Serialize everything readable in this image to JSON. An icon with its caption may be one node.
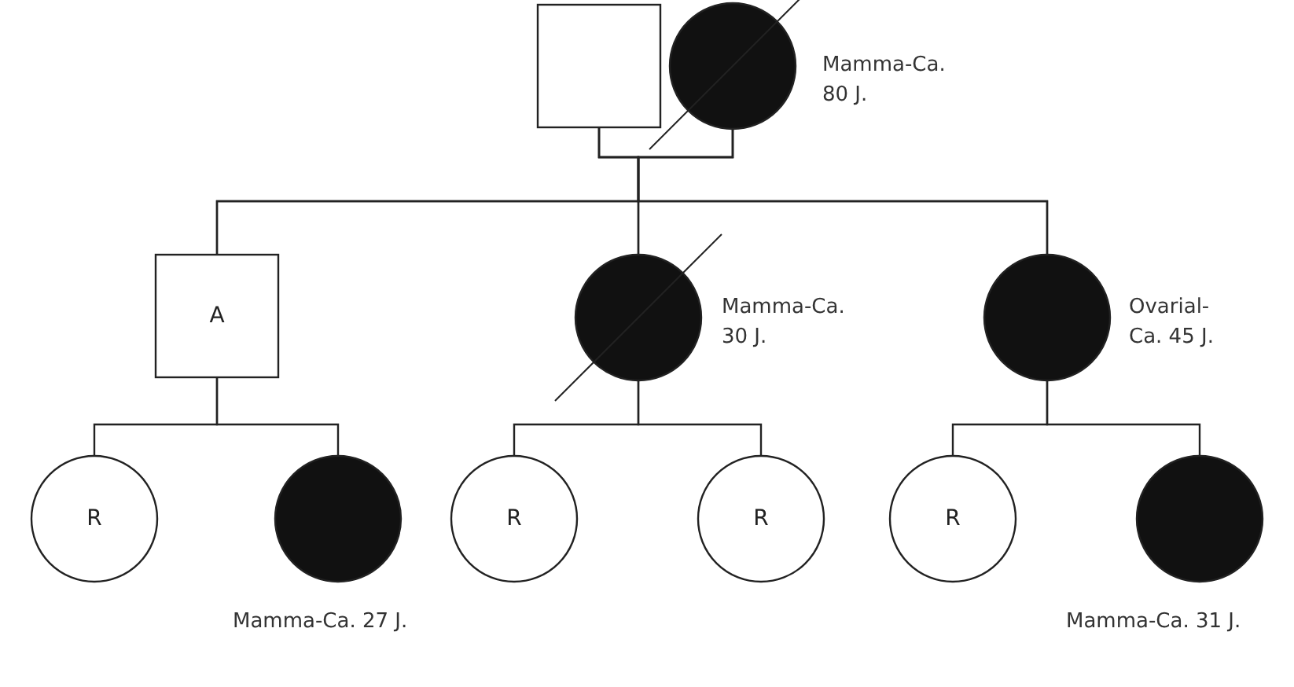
{
  "diagram": {
    "nodes": [
      {
        "text": [],
        "shape": "box"
      },
      {
        "text": [],
        "shape": "circle",
        "beside": [
          "Mamma-Ca. 80 J."
        ]
      },
      {
        "text": [
          "A"
        ]
      },
      {
        "text": [],
        "shape": "circle",
        "beside": [
          "Mamma-Ca. 30 J."
        ]
      },
      {
        "text": [],
        "shape": "circle",
        "beside": [
          "Ovarial-Ca. 45 J."
        ]
      },
      {
        "text": [
          "R"
        ]
      },
      {
        "text": [],
        "shape": "circle",
        "beside": [
          "Mamma-Ca. 27 J."
        ]
      },
      {
        "text": [
          "R"
        ]
      },
      {
        "text": [
          "R"
        ]
      },
      {
        "text": [
          "R"
        ]
      },
      {
        "text": [],
        "shape": "circle",
        "beside": [
          "Mamma-Ca. 31 J."
        ]
      }
    ],
    "edges": [
      {
        "from": 0,
        "to": 2,
        "arrow": "none"
      },
      {
        "from": 0,
        "to": 3,
        "arrow": "none"
      },
      {
        "from": 0,
        "to": 4,
        "arrow": "none"
      },
      {
        "from": 1,
        "to": 2,
        "arrow": "none"
      },
      {
        "from": 1,
        "to": 3,
        "arrow": "none"
      },
      {
        "from": 1,
        "to": 4,
        "arrow": "none"
      },
      {
        "from": 2,
        "to": 5,
        "arrow": "none"
      },
      {
        "from": 2,
        "to": 6,
        "arrow": "none"
      },
      {
        "from": 3,
        "to": 7,
        "arrow": "none"
      },
      {
        "from": 3,
        "to": 8,
        "arrow": "none"
      },
      {
        "from": 4,
        "to": 9,
        "arrow": "none"
      },
      {
        "from": 4,
        "to": 10,
        "arrow": "none"
      }
    ]
  }
}
